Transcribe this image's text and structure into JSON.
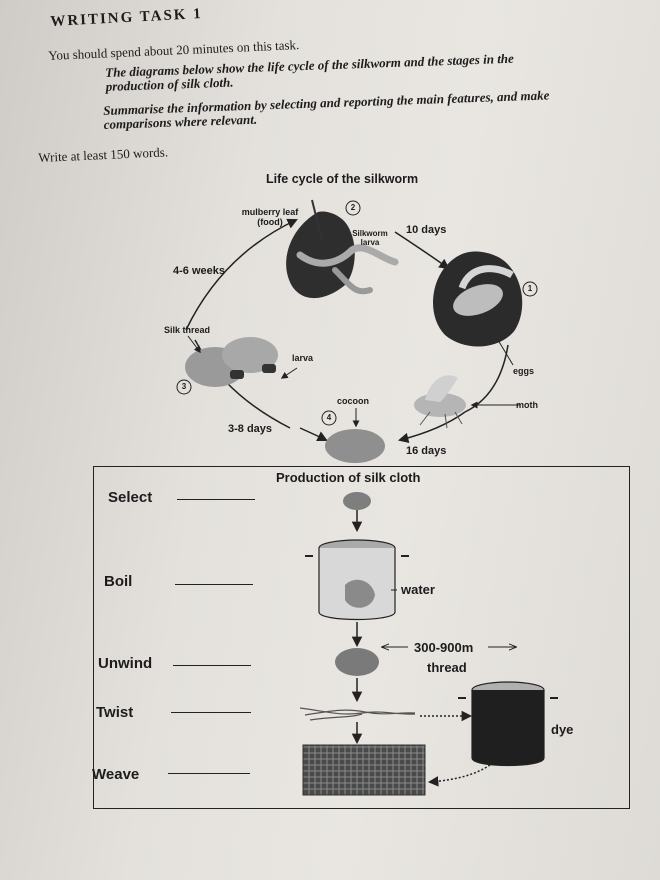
{
  "header": {
    "task_title": "WRITING TASK 1",
    "instruction": "You should spend about 20 minutes on this task.",
    "prompt_line1": "The diagrams below show the life cycle of the silkworm and the stages in the production of silk cloth.",
    "prompt_line2": "Summarise the information by selecting and reporting the main features, and make comparisons where relevant.",
    "word_count": "Write at least 150 words."
  },
  "life_cycle": {
    "title": "Life cycle of the silkworm",
    "mulberry_leaf": "mulberry leaf",
    "food": "(food)",
    "silkworm_larva_1": "Silkworm",
    "silkworm_larva_2": "larva",
    "ten_days": "10 days",
    "four_six_weeks": "4-6 weeks",
    "silk_thread": "Silk thread",
    "larva": "larva",
    "eggs": "eggs",
    "cocoon": "cocoon",
    "moth": "moth",
    "three_eight_days": "3-8 days",
    "sixteen_days": "16 days",
    "step_numbers": [
      "1",
      "2",
      "3",
      "4"
    ]
  },
  "production": {
    "title": "Production of silk cloth",
    "stages": [
      "Select",
      "Boil",
      "Unwind",
      "Twist",
      "Weave"
    ],
    "water": "water",
    "length": "300-900m",
    "thread": "thread",
    "dye": "dye"
  }
}
